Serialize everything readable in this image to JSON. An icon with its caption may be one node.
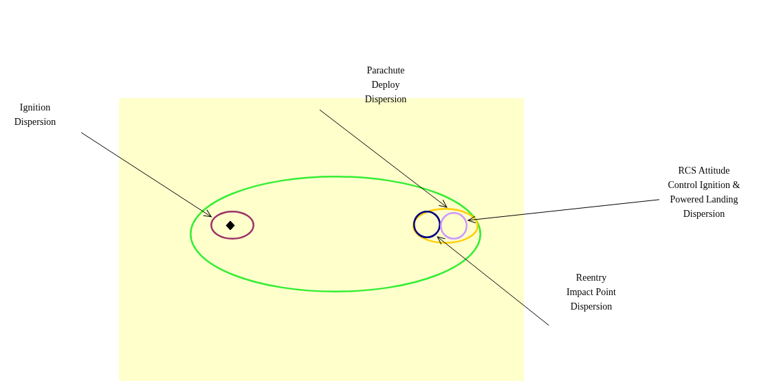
{
  "diagram": {
    "nodes": [
      {
        "text": [
          "Parachute Deploy Dispersion"
        ]
      },
      {
        "text": [
          "Ignition Dispersion"
        ]
      },
      {
        "text": [
          "RCS Attitude Control Ignition & Powered Landing Dispersion"
        ]
      },
      {
        "text": [],
        "shape": "box"
      },
      {
        "text": [],
        "shape": "ellipse",
        "in": 3
      },
      {
        "text": [],
        "shape": "ellipse",
        "in": 4
      },
      {
        "text": [],
        "shape": "diamond",
        "in": 5
      },
      {
        "text": [],
        "shape": "ellipse",
        "in": 4
      },
      {
        "text": [],
        "shape": "circle",
        "in": 7
      },
      {
        "text": [],
        "shape": "circle",
        "in": 7
      },
      {
        "text": [
          "Reentry Impact Point Dispersion"
        ]
      }
    ],
    "edges": [
      {
        "from": 1,
        "to": 5,
        "arrow": "to"
      },
      {
        "from": 0,
        "to": 7,
        "arrow": "to"
      },
      {
        "from": 2,
        "to": 9,
        "arrow": "to"
      },
      {
        "from": 10,
        "to": 8,
        "arrow": "to"
      }
    ]
  }
}
